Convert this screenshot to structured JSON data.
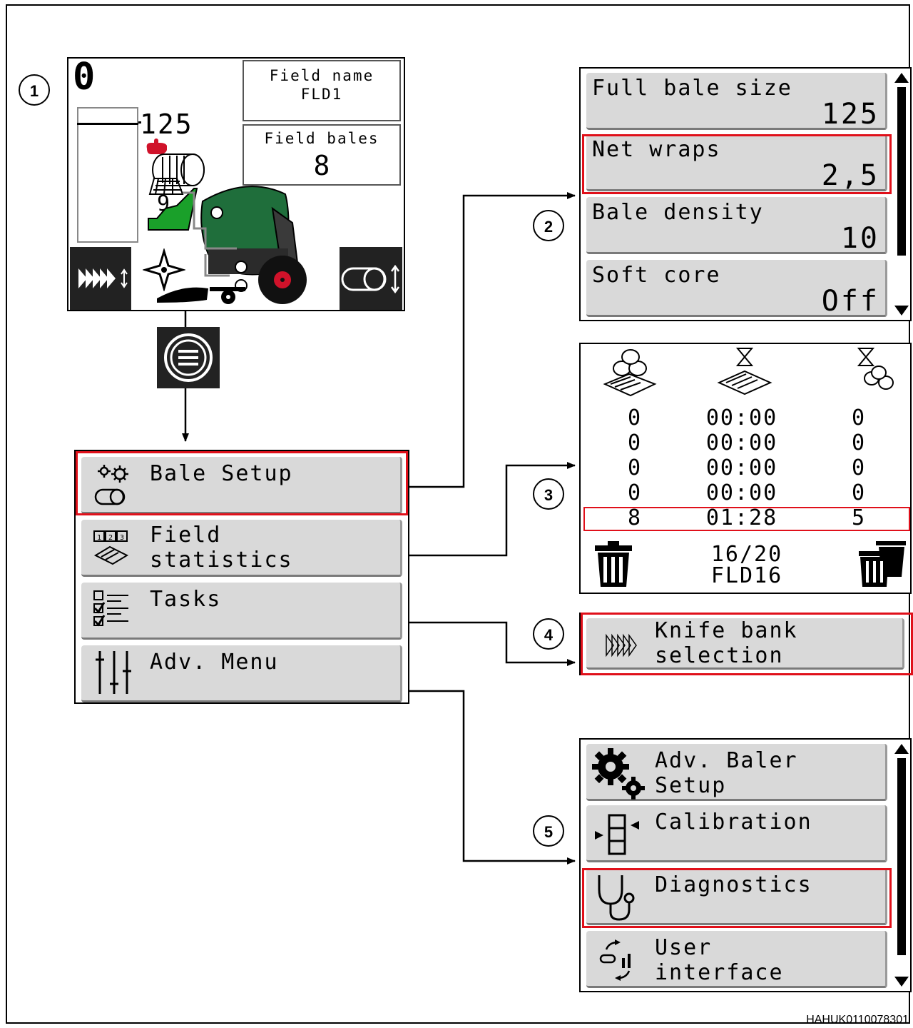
{
  "home_screen": {
    "bale_count": "0",
    "target_value": "125",
    "wrap_count": "9",
    "field_name_label": "Field name",
    "field_name_value": "FLD1",
    "field_bales_label": "Field bales",
    "field_bales_value": "8"
  },
  "main_menu": {
    "items": [
      {
        "label": "Bale Setup"
      },
      {
        "label": "Field\nstatistics"
      },
      {
        "label": "Tasks"
      },
      {
        "label": "Adv. Menu"
      }
    ]
  },
  "bale_setup": {
    "items": [
      {
        "label": "Full bale size",
        "value": "125"
      },
      {
        "label": "Net wraps",
        "value": "2,5"
      },
      {
        "label": "Bale density",
        "value": "10"
      },
      {
        "label": "Soft core",
        "value": "Off"
      }
    ]
  },
  "field_statistics": {
    "rows": [
      [
        "0",
        "00:00",
        "0"
      ],
      [
        "0",
        "00:00",
        "0"
      ],
      [
        "0",
        "00:00",
        "0"
      ],
      [
        "0",
        "00:00",
        "0"
      ],
      [
        "8",
        "01:28",
        "5"
      ]
    ],
    "page": "16/20",
    "field": "FLD16"
  },
  "tasks": {
    "item_label": "Knife bank\nselection"
  },
  "adv_menu": {
    "items": [
      {
        "label": "Adv. Baler\nSetup"
      },
      {
        "label": "Calibration"
      },
      {
        "label": "Diagnostics"
      },
      {
        "label": "User\ninterface"
      }
    ]
  },
  "callouts": [
    "1",
    "2",
    "3",
    "4",
    "5"
  ],
  "figure_id": "HAHUK0110078301",
  "colors": {
    "highlight": "#e0101a",
    "machine_green": "#1f6e3b",
    "button_gray": "#d9d9d9",
    "accent_red": "#d0122a"
  }
}
